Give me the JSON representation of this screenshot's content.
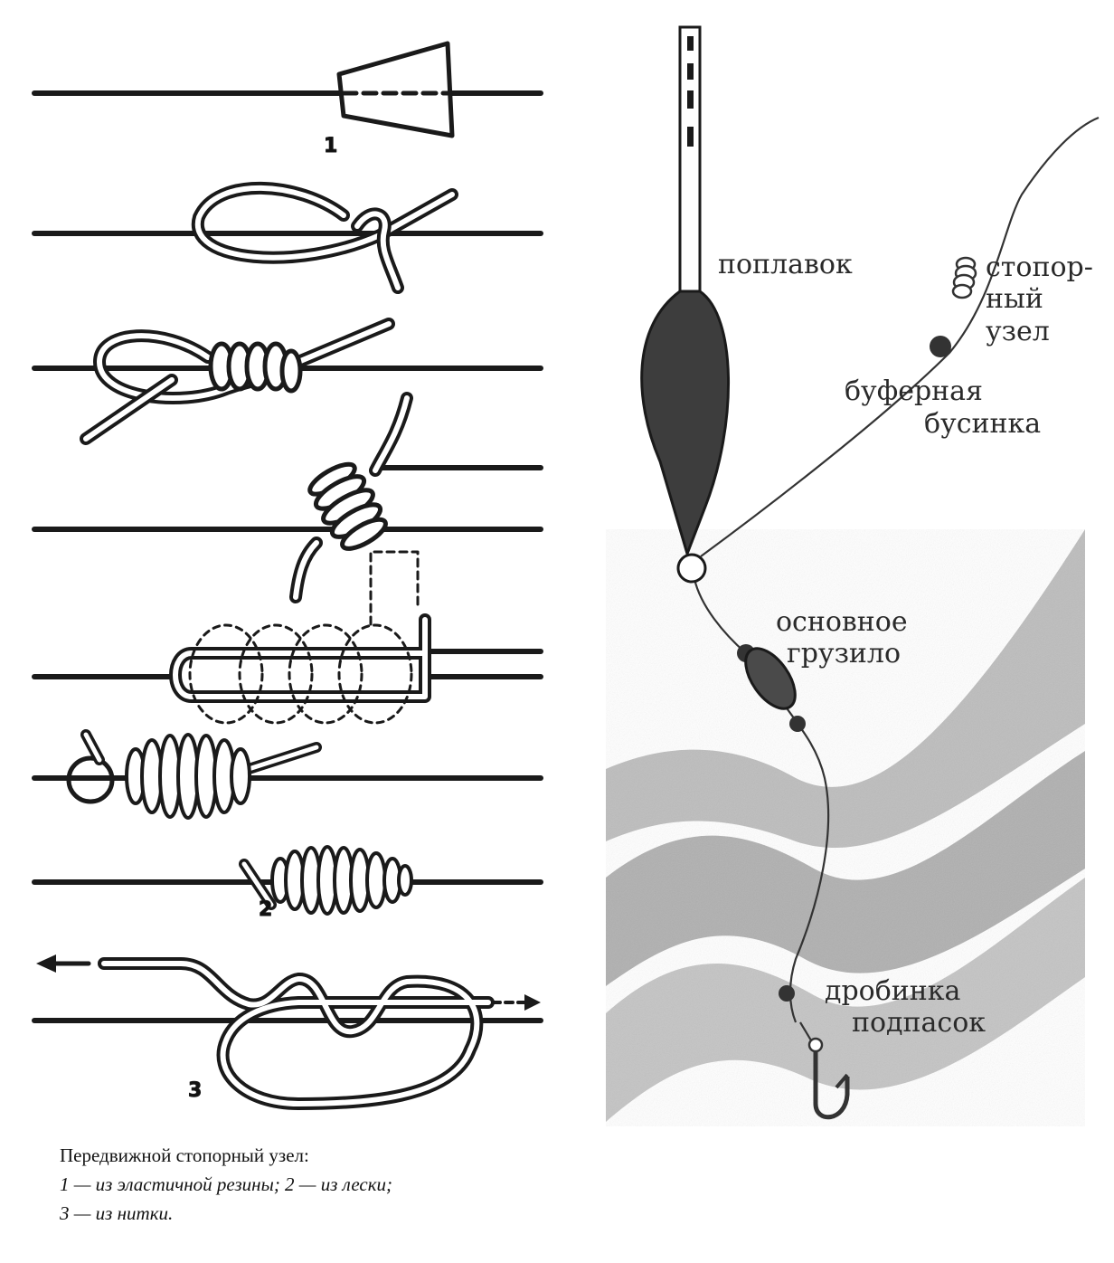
{
  "figure_numbers": {
    "n1": "1",
    "n2": "2",
    "n3": "3"
  },
  "labels": {
    "float": "поплавок",
    "stopper_knot": [
      "стопор-",
      "ный",
      "узел"
    ],
    "buffer_bead": [
      "буферная",
      "бусинка"
    ],
    "main_sinker": [
      "основное",
      "грузило"
    ],
    "shot": [
      "дробинка",
      "подпасок"
    ]
  },
  "caption": {
    "title": "Передвижной стопорный узел:",
    "line2": "1 — из эластичной резины; 2 — из лески;",
    "line3": "3 — из нитки."
  },
  "colors": {
    "ink": "#1a1a1a",
    "water": "#b9b9b9",
    "water_light": "#d6d6d6",
    "label": "#2a2a2a"
  }
}
